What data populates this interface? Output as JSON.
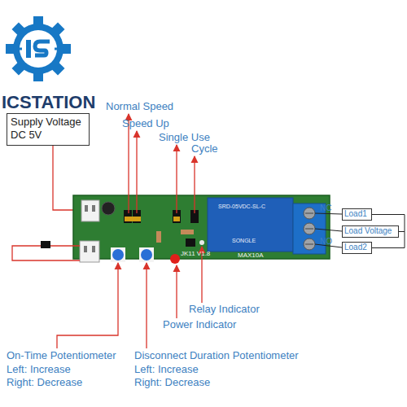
{
  "diagram": {
    "nodes": [
      {
        "text": [
          "Supply Voltage DC 5V"
        ]
      },
      {
        "text": [
          "Load1"
        ]
      },
      {
        "text": [
          "Load Voltage"
        ]
      },
      {
        "text": [
          "Load2"
        ]
      }
    ],
    "edges": [
      {
        "from": 1,
        "to": 2,
        "arrow": "none"
      },
      {
        "from": 3,
        "to": 2,
        "arrow": "none"
      }
    ],
    "labels": [
      "ICSTATION",
      "Normal Speed",
      "Speed Up",
      "Single Use",
      "Cycle",
      "Relay Indicator",
      "Power Indicator",
      "On-Time Potentiometer",
      "Left: Increase",
      "Right: Decrease",
      "Disconnect Duration Potentiometer",
      "Left: Increase",
      "Right: Decrease",
      "NC",
      "NO",
      "SRD-05VDC-SL-C",
      "SONGLE",
      "JK11 V1.8",
      "MAX10A"
    ]
  }
}
